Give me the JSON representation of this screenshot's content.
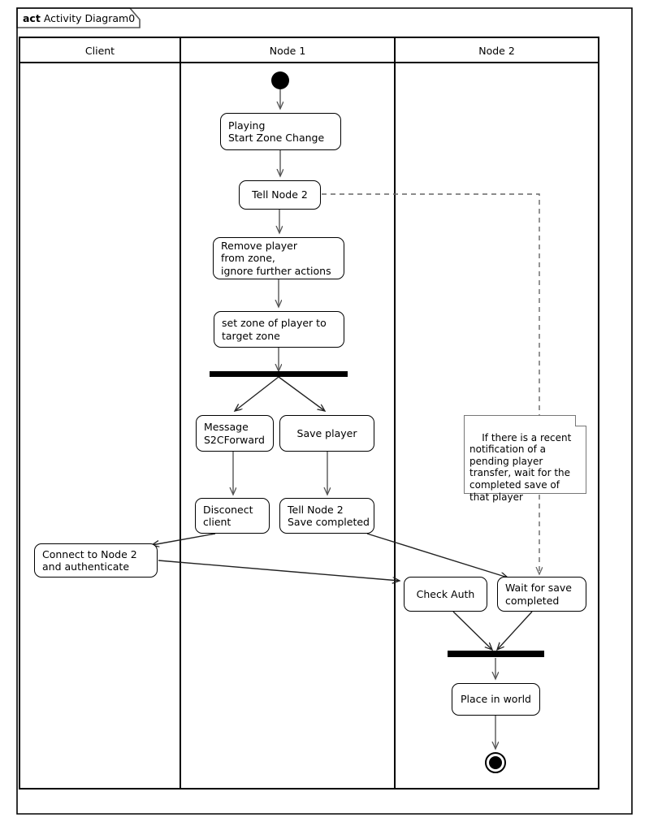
{
  "diagram": {
    "frame_keyword": "act",
    "frame_title": "Activity Diagram0",
    "colors": {
      "stroke": "#000000",
      "flow": "#555555",
      "note_border": "#777777",
      "background": "#ffffff"
    }
  },
  "lanes": [
    {
      "id": "client",
      "label": "Client"
    },
    {
      "id": "node1",
      "label": "Node 1"
    },
    {
      "id": "node2",
      "label": "Node 2"
    }
  ],
  "nodes": {
    "start": {
      "kind": "initial-node",
      "label": ""
    },
    "playing": {
      "kind": "action",
      "label": "Playing\nStart Zone Change"
    },
    "tell_node2": {
      "kind": "action",
      "label": "Tell Node 2"
    },
    "remove_player": {
      "kind": "action",
      "label": "Remove player\nfrom zone,\nignore further actions"
    },
    "set_zone": {
      "kind": "action",
      "label": "set zone of player to\ntarget zone"
    },
    "fork1": {
      "kind": "fork-bar",
      "label": ""
    },
    "message_s2c": {
      "kind": "action",
      "label": "Message\nS2CForward"
    },
    "save_player": {
      "kind": "action",
      "label": "Save player"
    },
    "disconnect_client": {
      "kind": "action",
      "label": "Disconect\nclient"
    },
    "tell_node2_save": {
      "kind": "action",
      "label": "Tell Node 2\nSave completed"
    },
    "connect_node2": {
      "kind": "action",
      "label": "Connect to Node 2\nand authenticate"
    },
    "check_auth": {
      "kind": "action",
      "label": "Check Auth"
    },
    "wait_save": {
      "kind": "action",
      "label": "Wait for save\ncompleted"
    },
    "join1": {
      "kind": "join-bar",
      "label": ""
    },
    "place_in_world": {
      "kind": "action",
      "label": "Place in world"
    },
    "end": {
      "kind": "final-node",
      "label": ""
    }
  },
  "notes": {
    "pending_transfer": {
      "text": "If there is a recent\nnotification of a\npending player\ntransfer, wait for the\ncompleted save of\nthat player"
    }
  },
  "edges": [
    {
      "from": "start",
      "to": "playing",
      "style": "solid"
    },
    {
      "from": "playing",
      "to": "tell_node2",
      "style": "solid"
    },
    {
      "from": "tell_node2",
      "to": "wait_save",
      "style": "dashed"
    },
    {
      "from": "tell_node2",
      "to": "remove_player",
      "style": "solid"
    },
    {
      "from": "remove_player",
      "to": "set_zone",
      "style": "solid"
    },
    {
      "from": "set_zone",
      "to": "fork1",
      "style": "solid"
    },
    {
      "from": "fork1",
      "to": "message_s2c",
      "style": "solid"
    },
    {
      "from": "fork1",
      "to": "save_player",
      "style": "solid"
    },
    {
      "from": "message_s2c",
      "to": "disconnect_client",
      "style": "solid"
    },
    {
      "from": "save_player",
      "to": "tell_node2_save",
      "style": "solid"
    },
    {
      "from": "disconnect_client",
      "to": "connect_node2",
      "style": "solid"
    },
    {
      "from": "connect_node2",
      "to": "check_auth",
      "style": "solid"
    },
    {
      "from": "tell_node2_save",
      "to": "wait_save",
      "style": "solid"
    },
    {
      "from": "check_auth",
      "to": "join1",
      "style": "solid"
    },
    {
      "from": "wait_save",
      "to": "join1",
      "style": "solid"
    },
    {
      "from": "join1",
      "to": "place_in_world",
      "style": "solid"
    },
    {
      "from": "place_in_world",
      "to": "end",
      "style": "solid"
    }
  ]
}
